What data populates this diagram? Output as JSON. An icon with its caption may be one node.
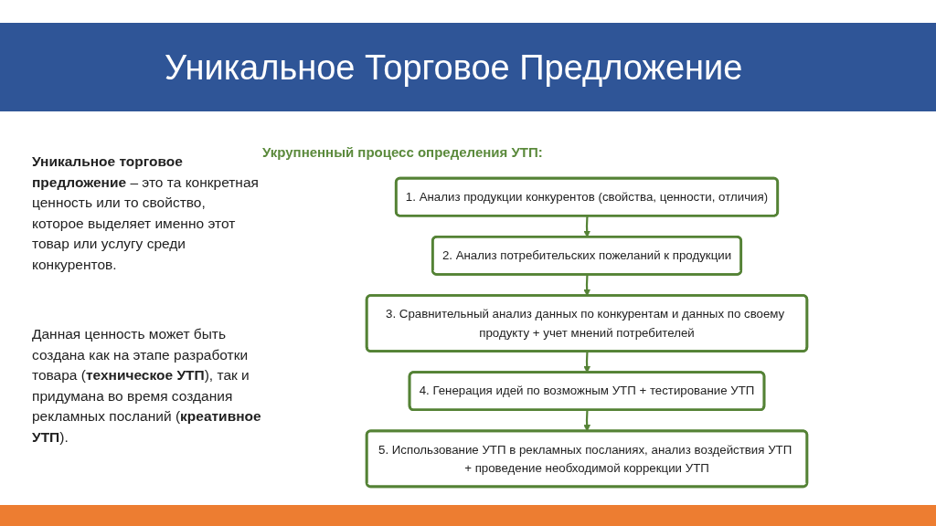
{
  "diagram": {
    "title": "Уникальное Торговое Предложение",
    "nodes": [
      {
        "text": [
          "1. Анализ продукции конкурентов (свойства, ценности, отличия)"
        ]
      },
      {
        "text": [
          "2. Анализ потребительских пожеланий к продукции"
        ]
      },
      {
        "text": [
          "3. Сравнительный анализ данных по конкурентам и данных по своему продукту + учет мнений потребителей"
        ]
      },
      {
        "text": [
          "4. Генерация идей по возможным УТП + тестирование УТП"
        ]
      },
      {
        "text": [
          "5. Использование УТП в рекламных посланиях, анализ воздействия УТП + проведение необходимой коррекции УТП"
        ]
      }
    ],
    "edges": [
      {
        "from": 0,
        "to": 1,
        "arrow": "to"
      },
      {
        "from": 1,
        "to": 2,
        "arrow": "to"
      },
      {
        "from": 2,
        "to": 3,
        "arrow": "to"
      },
      {
        "from": 3,
        "to": 4,
        "arrow": "to"
      }
    ],
    "labels": [
      "**Уникальное торговое предложение** – это та конкретная ценность или то свойство, которое выделяет именно этот товар или услугу среди конкурентов.",
      "Данная ценность может быть создана как на этапе разработки товара (**техническое УТП**), так и придумана во время создания рекламных посланий (**креативное УТП**).",
      "Укрупненный процесс определения УТП:"
    ]
  }
}
